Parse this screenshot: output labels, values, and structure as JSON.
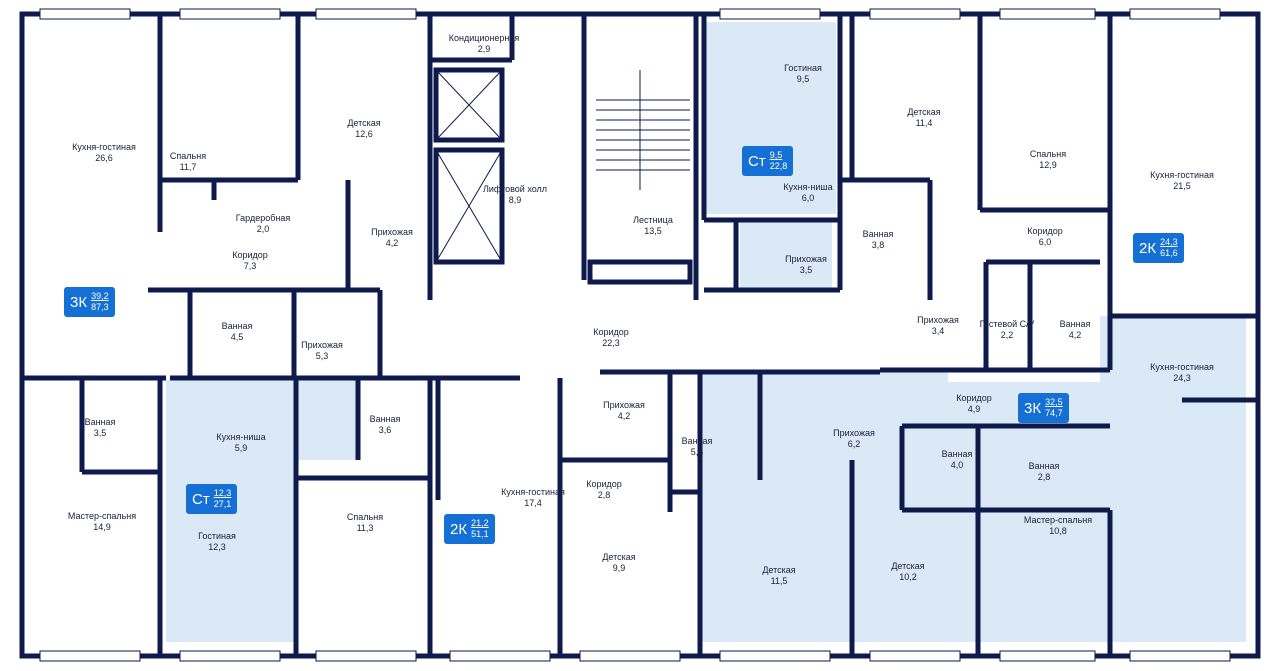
{
  "colors": {
    "wall": "#0d1a4b",
    "highlight": "#dbe8f6",
    "badge": "#1570d6",
    "text": "#1b1f3b"
  },
  "rooms": [
    {
      "id": "r1",
      "name": "Кухня-гостиная",
      "area": "26,6"
    },
    {
      "id": "r2",
      "name": "Спальня",
      "area": "11,7"
    },
    {
      "id": "r3",
      "name": "Детская",
      "area": "12,6"
    },
    {
      "id": "r4",
      "name": "Кондиционерная",
      "area": "2,9"
    },
    {
      "id": "r5",
      "name": "Гардеробная",
      "area": "2,0"
    },
    {
      "id": "r6",
      "name": "Прихожая",
      "area": "4,2"
    },
    {
      "id": "r7",
      "name": "Лифтовой холл",
      "area": "8,9"
    },
    {
      "id": "r8",
      "name": "Лестница",
      "area": "13,5"
    },
    {
      "id": "r9",
      "name": "Коридор",
      "area": "7,3"
    },
    {
      "id": "r10",
      "name": "Ванная",
      "area": "4,5"
    },
    {
      "id": "r11",
      "name": "Прихожая",
      "area": "5,3"
    },
    {
      "id": "r12",
      "name": "Коридор",
      "area": "22,3"
    },
    {
      "id": "r13",
      "name": "Ванная",
      "area": "3,5"
    },
    {
      "id": "r14",
      "name": "Кухня-ниша",
      "area": "5,9"
    },
    {
      "id": "r15",
      "name": "Ванная",
      "area": "3,6"
    },
    {
      "id": "r16",
      "name": "Прихожая",
      "area": "4,2"
    },
    {
      "id": "r17",
      "name": "Мастер-спальня",
      "area": "14,9"
    },
    {
      "id": "r18",
      "name": "Гостиная",
      "area": "12,3"
    },
    {
      "id": "r19",
      "name": "Спальня",
      "area": "11,3"
    },
    {
      "id": "r20",
      "name": "Кухня-гостиная",
      "area": "17,4"
    },
    {
      "id": "r21",
      "name": "Коридор",
      "area": "2,8"
    },
    {
      "id": "r22",
      "name": "Ванная",
      "area": "5,5"
    },
    {
      "id": "r23",
      "name": "Детская",
      "area": "9,9"
    },
    {
      "id": "r24",
      "name": "Гостиная",
      "area": "9,5"
    },
    {
      "id": "r25",
      "name": "Кухня-ниша",
      "area": "6,0"
    },
    {
      "id": "r26",
      "name": "Ванная",
      "area": "3,8"
    },
    {
      "id": "r27",
      "name": "Прихожая",
      "area": "3,5"
    },
    {
      "id": "r28",
      "name": "Детская",
      "area": "11,4"
    },
    {
      "id": "r29",
      "name": "Спальня",
      "area": "12,9"
    },
    {
      "id": "r30",
      "name": "Коридор",
      "area": "6,0"
    },
    {
      "id": "r31",
      "name": "Кухня-гостиная",
      "area": "21,5"
    },
    {
      "id": "r32",
      "name": "Прихожая",
      "area": "3,4"
    },
    {
      "id": "r33",
      "name": "Гостевой С/У",
      "area": "2,2"
    },
    {
      "id": "r34",
      "name": "Ванная",
      "area": "4,2"
    },
    {
      "id": "r35",
      "name": "Кухня-гостиная",
      "area": "24,3"
    },
    {
      "id": "r36",
      "name": "Коридор",
      "area": "4,9"
    },
    {
      "id": "r37",
      "name": "Прихожая",
      "area": "6,2"
    },
    {
      "id": "r38",
      "name": "Ванная",
      "area": "4,0"
    },
    {
      "id": "r39",
      "name": "Ванная",
      "area": "2,8"
    },
    {
      "id": "r40",
      "name": "Мастер-спальня",
      "area": "10,8"
    },
    {
      "id": "r41",
      "name": "Детская",
      "area": "11,5"
    },
    {
      "id": "r42",
      "name": "Детская",
      "area": "10,2"
    }
  ],
  "apartments": [
    {
      "id": "a1",
      "type": "3К",
      "living": "39,2",
      "total": "87,3"
    },
    {
      "id": "a2",
      "type": "Ст",
      "living": "12,3",
      "total": "27,1"
    },
    {
      "id": "a3",
      "type": "2К",
      "living": "21,2",
      "total": "51,1"
    },
    {
      "id": "a4",
      "type": "Ст",
      "living": "9,5",
      "total": "22,8"
    },
    {
      "id": "a5",
      "type": "2К",
      "living": "24,3",
      "total": "61,6"
    },
    {
      "id": "a6",
      "type": "3К",
      "living": "32,5",
      "total": "74,7"
    }
  ]
}
